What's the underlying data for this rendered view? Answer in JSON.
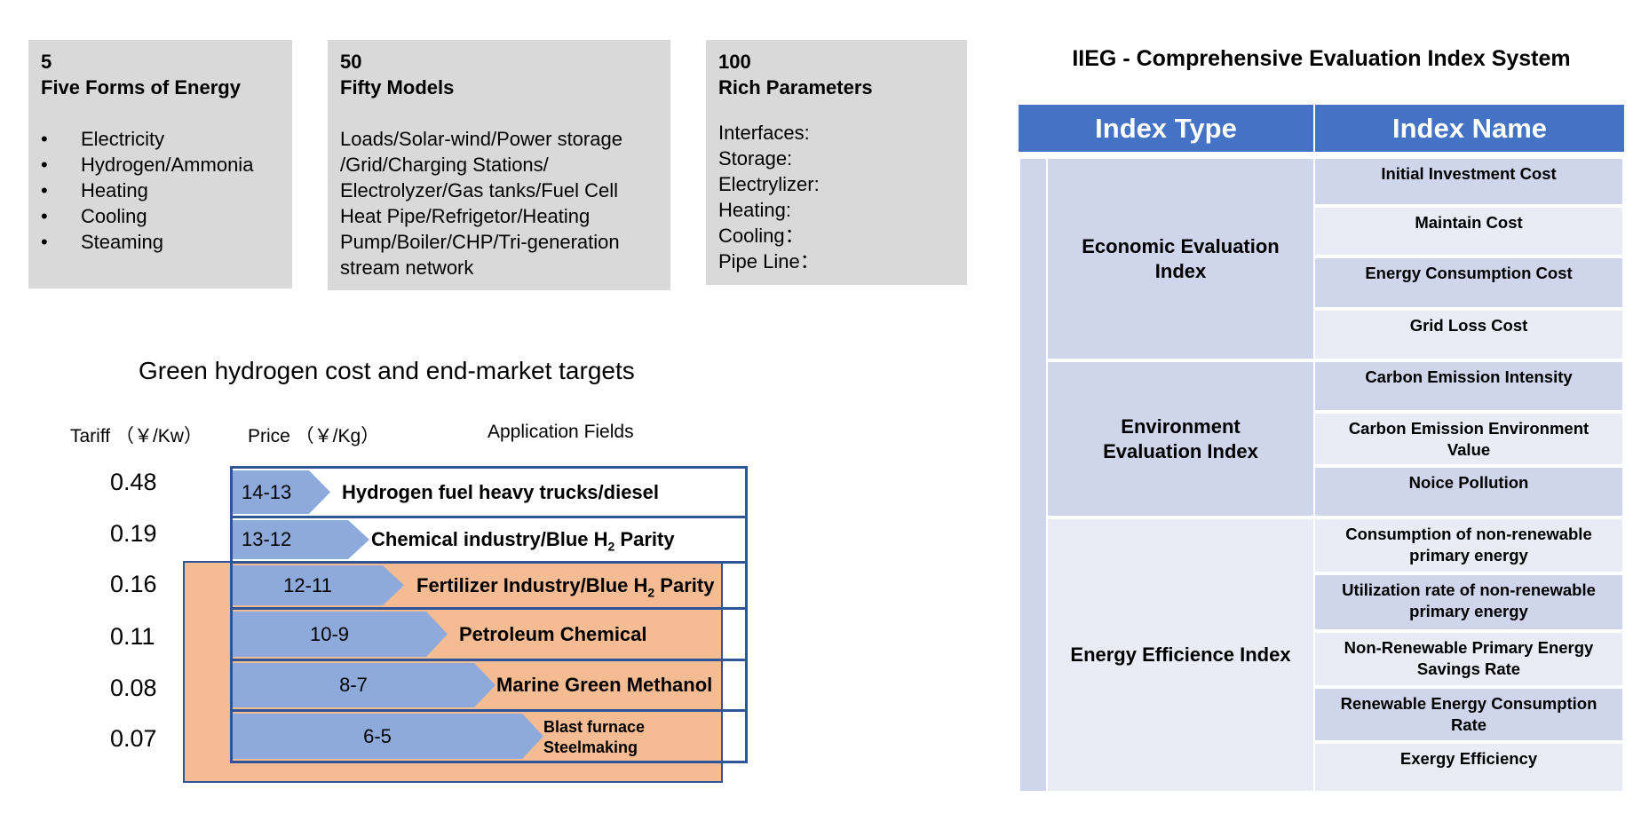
{
  "cards": [
    {
      "num": "5",
      "title": "Five Forms of Energy",
      "items": [
        "Electricity",
        "Hydrogen/Ammonia",
        "Heating",
        "Cooling",
        "Steaming"
      ]
    },
    {
      "num": "50",
      "title": "Fifty Models",
      "lines": [
        "Loads/Solar-wind/Power storage",
        "/Grid/Charging Stations/",
        "Electrolyzer/Gas tanks/Fuel Cell",
        "Heat Pipe/Refrigetor/Heating",
        "Pump/Boiler/CHP/Tri-generation",
        "stream network"
      ]
    },
    {
      "num": "100",
      "title": "Rich Parameters",
      "lines": [
        "Interfaces:",
        "Storage:",
        "Electrylizer:",
        "Heating:",
        "Cooling：",
        "Pipe Line："
      ]
    }
  ],
  "hydrogen": {
    "title": "Green hydrogen cost and end-market targets",
    "headers": {
      "tariff": "Tariff （￥/Kw）",
      "price": "Price （￥/Kg）",
      "app": "Application Fields"
    },
    "rows": [
      {
        "tariff": "0.48",
        "price": "14-13",
        "app": "Hydrogen fuel heavy trucks/diesel",
        "sub": "",
        "suffix": ""
      },
      {
        "tariff": "0.19",
        "price": "13-12",
        "app": "Chemical industry/Blue H",
        "sub": "2",
        "suffix": " Parity"
      },
      {
        "tariff": "0.16",
        "price": "12-11",
        "app": "Fertilizer Industry/Blue H",
        "sub": "2",
        "suffix": " Parity"
      },
      {
        "tariff": "0.11",
        "price": "10-9",
        "app": "Petroleum Chemical",
        "sub": "",
        "suffix": ""
      },
      {
        "tariff": "0.08",
        "price": "8-7",
        "app": "Marine Green Methanol",
        "sub": "",
        "suffix": ""
      },
      {
        "tariff": "0.07",
        "price": "6-5",
        "app": "Blast furnace",
        "sub": "",
        "suffix": "Steelmaking"
      }
    ]
  },
  "index": {
    "title": "IIEG - Comprehensive Evaluation Index System",
    "col_type": "Index Type",
    "col_name": "Index Name",
    "types": [
      "Economic Evaluation Index",
      "Environment Evaluation Index",
      "Energy Efficience Index"
    ],
    "names": [
      "Initial Investment Cost",
      "Maintain Cost",
      "Energy Consumption Cost",
      "Grid Loss Cost",
      "Carbon Emission Intensity",
      "Carbon Emission Environment Value",
      "Noice Pollution",
      "Consumption of non-renewable primary energy",
      "Utilization rate of non-renewable primary energy",
      "Non-Renewable Primary Energy Savings Rate",
      "Renewable Energy Consumption Rate",
      "Exergy Efficiency"
    ]
  }
}
